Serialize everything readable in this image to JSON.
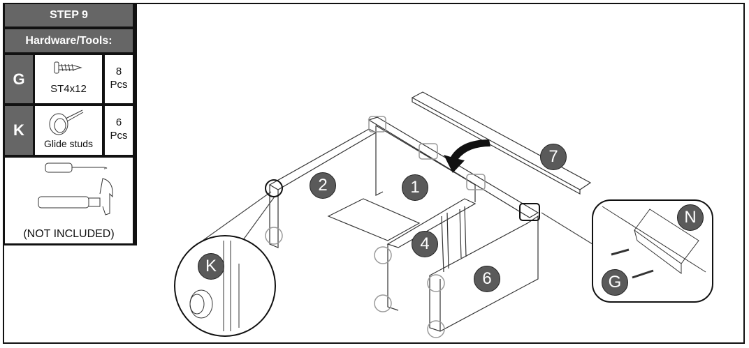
{
  "step": {
    "title": "STEP 9",
    "hardware_heading": "Hardware/Tools:"
  },
  "hardware": [
    {
      "letter": "G",
      "name": "ST4x12",
      "qty": "8",
      "unit": "Pcs",
      "icon": "screw-icon"
    },
    {
      "letter": "K",
      "name": "Glide studs",
      "qty": "6",
      "unit": "Pcs",
      "icon": "glide-stud-icon"
    }
  ],
  "tools": {
    "note": "(NOT INCLUDED)",
    "items": [
      "screwdriver-icon",
      "hammer-icon"
    ]
  },
  "diagram": {
    "part_labels": [
      "1",
      "2",
      "4",
      "6",
      "7"
    ],
    "detail_labels": {
      "glide": "K",
      "bracket": "N",
      "screw": "G"
    }
  }
}
